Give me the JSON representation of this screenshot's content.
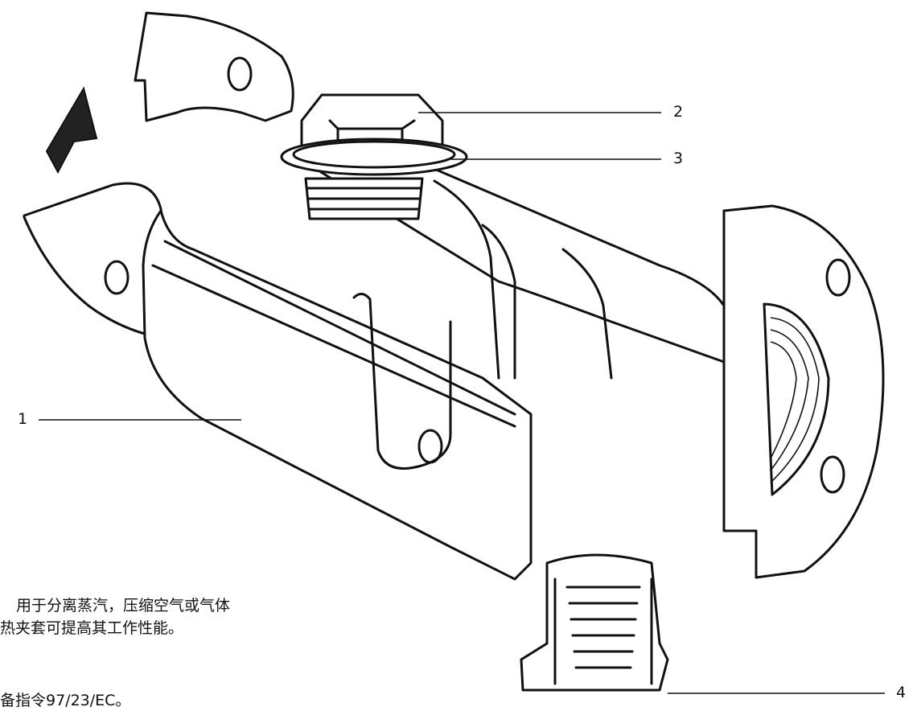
{
  "callouts": [
    {
      "number": "1"
    },
    {
      "number": "2"
    },
    {
      "number": "3"
    },
    {
      "number": "4"
    }
  ],
  "caption": {
    "line1": "用于分离蒸汽，压缩空气或气体",
    "line2": "热夹套可提高其工作性能。",
    "line3": "备指令97/23/EC。"
  },
  "icons": [
    "flow-direction-arrow-icon"
  ]
}
